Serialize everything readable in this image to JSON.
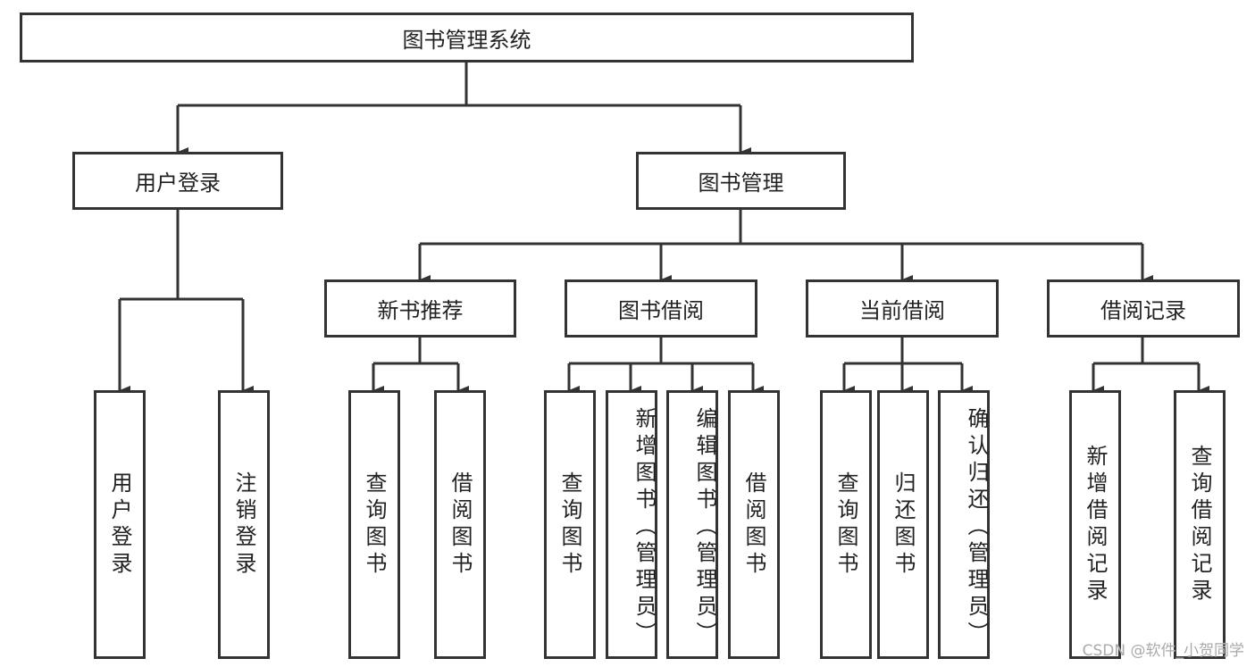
{
  "root": "图书管理系统",
  "user_login": {
    "label": "用户登录",
    "children": [
      "用户登录",
      "注销登录"
    ]
  },
  "book_management": {
    "label": "图书管理",
    "groups": [
      {
        "label": "新书推荐",
        "children": [
          "查询图书",
          "借阅图书"
        ]
      },
      {
        "label": "图书借阅",
        "children": [
          "查询图书",
          "新增图书（管理员）",
          "编辑图书（管理员）",
          "借阅图书"
        ]
      },
      {
        "label": "当前借阅",
        "children": [
          "查询图书",
          "归还图书",
          "确认归还（管理员）"
        ]
      },
      {
        "label": "借阅记录",
        "children": [
          "新增借阅记录",
          "查询借阅记录"
        ]
      }
    ]
  },
  "watermark": "CSDN @软件_小贺同学",
  "colors": {
    "line": "#333333",
    "background": "#ffffff"
  }
}
